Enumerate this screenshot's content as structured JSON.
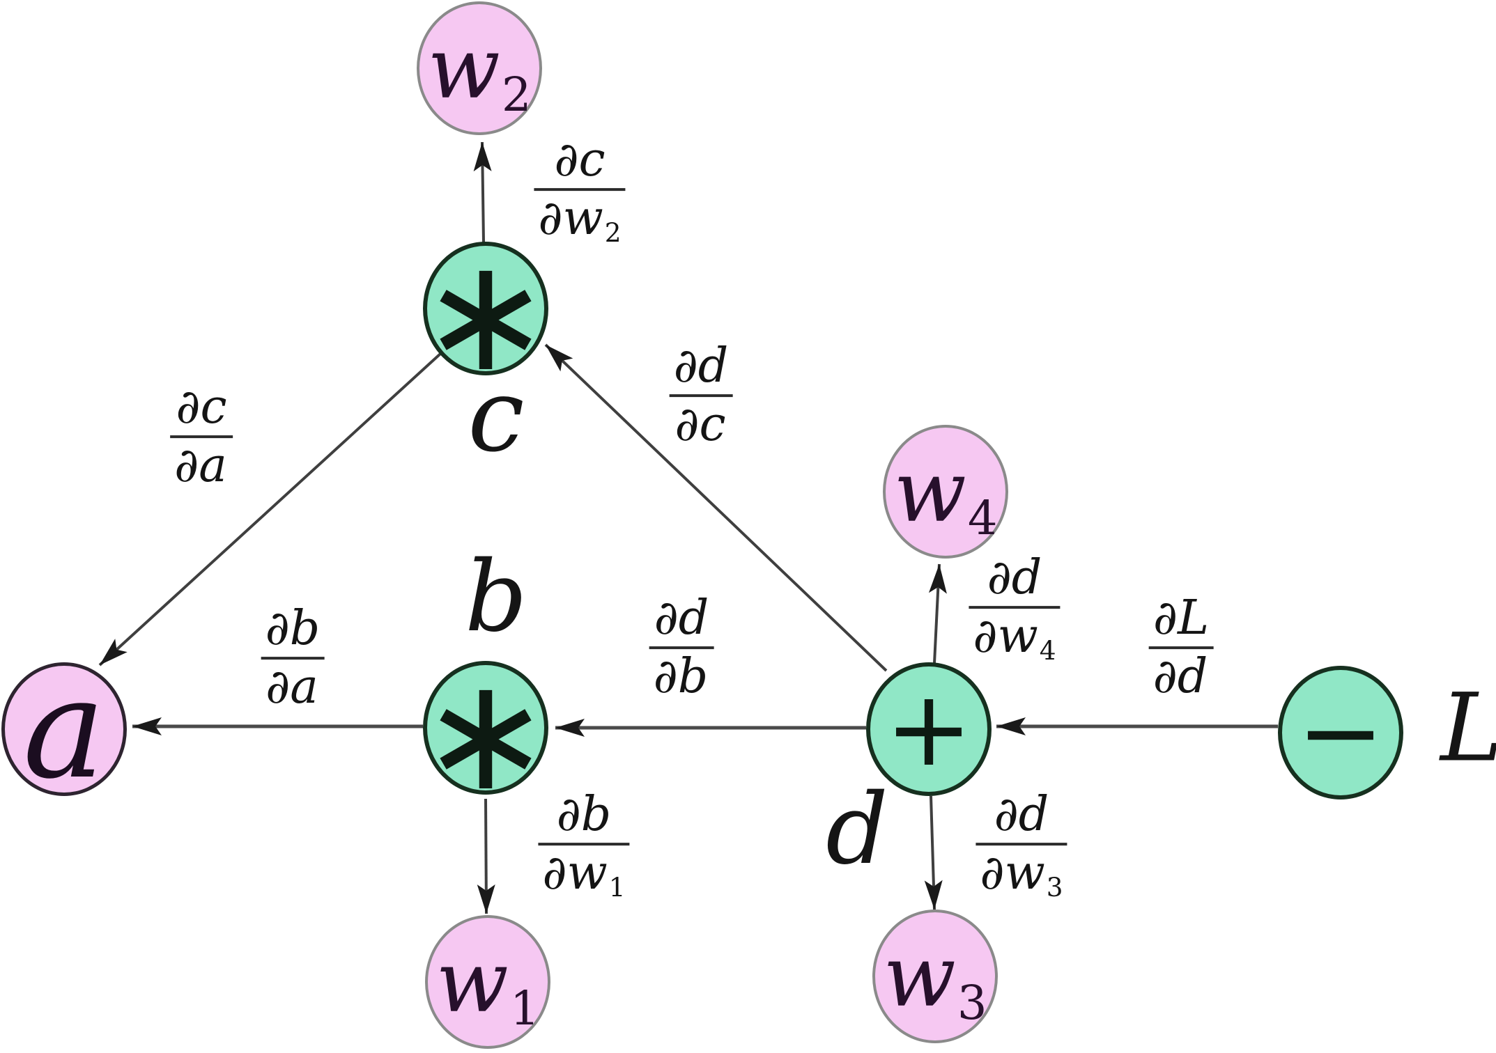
{
  "diagram": {
    "type": "computational-graph-backpropagation",
    "background": "#ffffff",
    "colors": {
      "op_node_fill": "#90e7c6",
      "op_node_border": "#16301f",
      "var_node_fill": "#f6c8f2",
      "var_node_border": "#8a8a8a",
      "a_node_border": "#2e2430",
      "text": "#141414",
      "arrow": "#3f3f3f"
    }
  },
  "nodes": {
    "w2": {
      "base": "w",
      "sub": "2"
    },
    "w4": {
      "base": "w",
      "sub": "4"
    },
    "w1": {
      "base": "w",
      "sub": "1"
    },
    "w3": {
      "base": "w",
      "sub": "3"
    },
    "a": {
      "base": "a"
    },
    "op_c": {
      "symbol": "∗",
      "label": "c"
    },
    "op_b": {
      "symbol": "∗",
      "label": "b"
    },
    "op_d": {
      "symbol": "+",
      "label": "d"
    },
    "op_L": {
      "symbol": "−",
      "label": "L"
    }
  },
  "edges": [
    {
      "from": "c",
      "to": "w2"
    },
    {
      "from": "d",
      "to": "c"
    },
    {
      "from": "c",
      "to": "a"
    },
    {
      "from": "b",
      "to": "a"
    },
    {
      "from": "d",
      "to": "b"
    },
    {
      "from": "L",
      "to": "d"
    },
    {
      "from": "d",
      "to": "w4"
    },
    {
      "from": "b",
      "to": "w1"
    },
    {
      "from": "d",
      "to": "w3"
    }
  ],
  "edge_labels": {
    "dc_dw2": {
      "num": "∂c",
      "den": "∂w",
      "den_sub": "2"
    },
    "dc_da": {
      "num": "∂c",
      "den": "∂a",
      "den_sub": ""
    },
    "dd_dc": {
      "num": "∂d",
      "den": "∂c",
      "den_sub": ""
    },
    "db_da": {
      "num": "∂b",
      "den": "∂a",
      "den_sub": ""
    },
    "dd_db": {
      "num": "∂d",
      "den": "∂b",
      "den_sub": ""
    },
    "dd_dw4": {
      "num": "∂d",
      "den": "∂w",
      "den_sub": "4"
    },
    "dL_dd": {
      "num": "∂L",
      "den": "∂d",
      "den_sub": ""
    },
    "db_dw1": {
      "num": "∂b",
      "den": "∂w",
      "den_sub": "1"
    },
    "dd_dw3": {
      "num": "∂d",
      "den": "∂w",
      "den_sub": "3"
    }
  }
}
